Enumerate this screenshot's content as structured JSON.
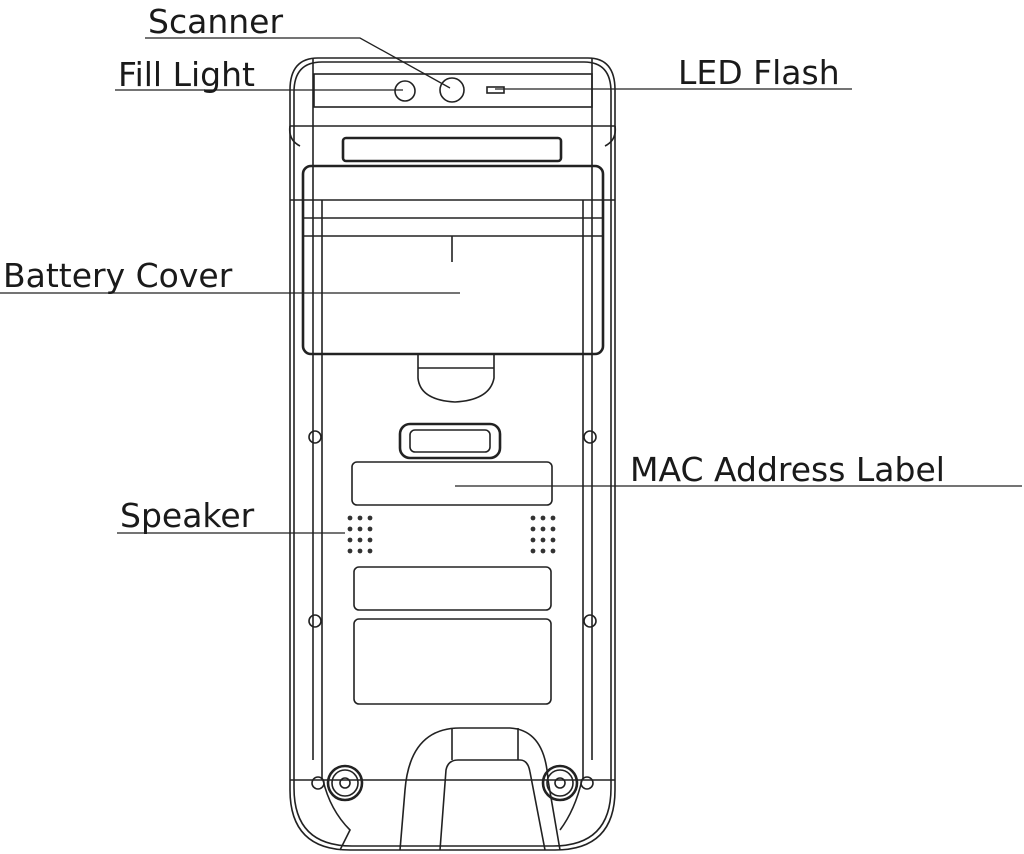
{
  "diagram": {
    "labels": {
      "scanner": "Scanner",
      "fill_light": "Fill Light",
      "led_flash": "LED Flash",
      "battery_cover": "Battery Cover",
      "mac_label": "MAC Address Label",
      "speaker": "Speaker"
    }
  }
}
